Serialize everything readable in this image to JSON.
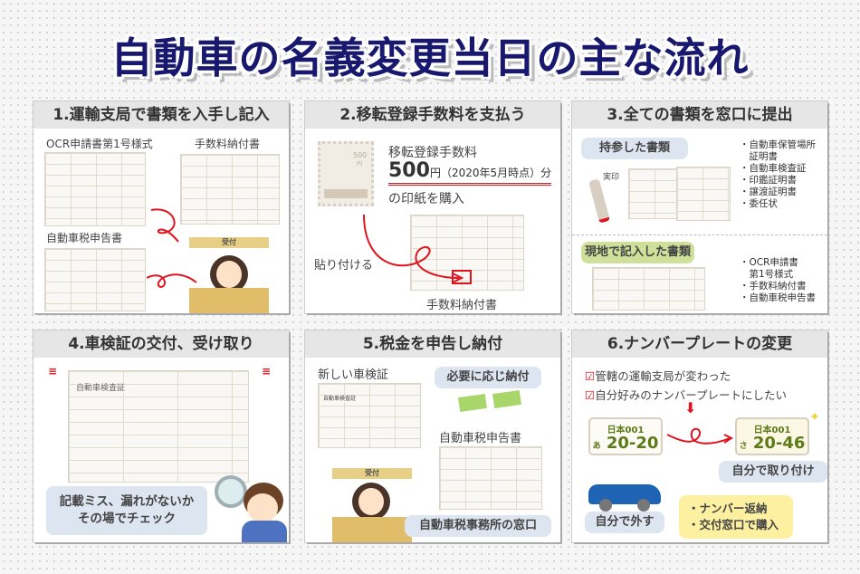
{
  "title": "自動車の名義変更当日の主な流れ",
  "colors": {
    "title": "#17186e",
    "accent_red": "#e0141e",
    "pill_blue": "#dde5f1",
    "pill_green": "#cfe09a",
    "pill_yellow": "#fdf0a0",
    "plate_text": "#5c7a16",
    "car": "#1f63b5"
  },
  "steps": [
    {
      "heading": "1.運輸支局で書類を入手し記入",
      "docs": [
        "OCR申請書第1号様式",
        "手数料納付書",
        "自動車税申告書"
      ],
      "counter": "受付"
    },
    {
      "heading": "2.移転登録手数料を支払う",
      "line1": "移転登録手数料",
      "amount": "500",
      "amount_suffix": "円（2020年5月時点）分",
      "line3": "の印紙を購入",
      "paste": "貼り付ける",
      "doc": "手数料納付書",
      "stamp_value": "500",
      "stamp_unit": "円"
    },
    {
      "heading": "3.全ての書類を窓口に提出",
      "brought_label": "持参した書類",
      "seal_label": "実印",
      "brought_items": [
        "・自動車保管場所",
        "　証明書",
        "・自動車検査証",
        "・印鑑証明書",
        "・譲渡証明書",
        "・委任状"
      ],
      "filled_label": "現地で記入した書類",
      "filled_items": [
        "・OCR申請書",
        "　第1号様式",
        "・手数料納付書",
        "・自動車税申告書"
      ]
    },
    {
      "heading": "4.車検証の交付、受け取り",
      "doc": "自動車検査証",
      "note_line1": "記載ミス、漏れがないか",
      "note_line2": "その場でチェック"
    },
    {
      "heading": "5.税金を申告し納付",
      "doc1": "新しい車検証",
      "doc1_title": "自動車検査証",
      "pay_label": "必要に応じ納付",
      "doc2": "自動車税申告書",
      "counter": "受付",
      "office": "自動車税事務所の窓口"
    },
    {
      "heading": "6.ナンバープレートの変更",
      "checks": [
        "管轄の運輸支局が変わった",
        "自分好みのナンバープレートにしたい"
      ],
      "old_plate": {
        "region": "日本001",
        "kana": "あ",
        "number": "20-20"
      },
      "new_plate": {
        "region": "日本001",
        "kana": "さ",
        "number": "20-46"
      },
      "install": "自分で取り付け",
      "remove": "自分で外す",
      "steps": [
        "・ナンバー返納",
        "・交付窓口で購入"
      ]
    }
  ]
}
